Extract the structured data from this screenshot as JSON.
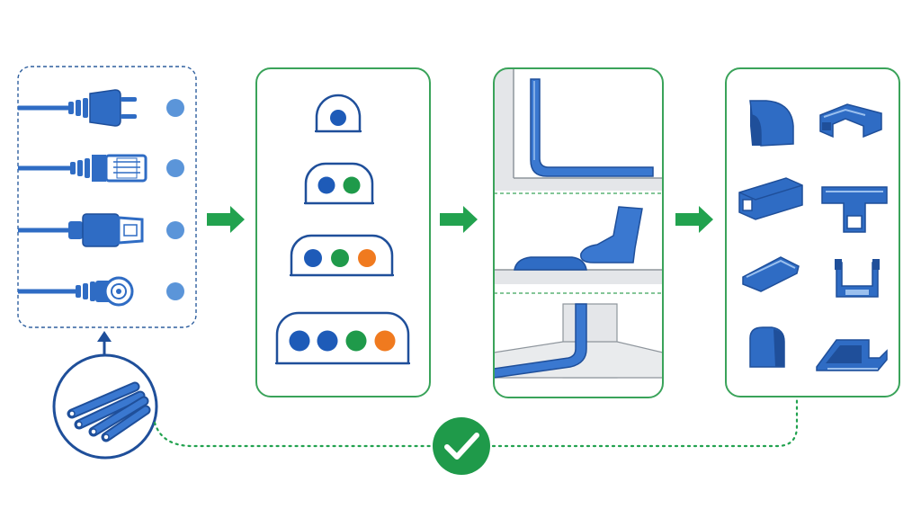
{
  "colors": {
    "cable_blue": "#2f6cc4",
    "cable_dark": "#1f4f9a",
    "port_dot": "#5b95d9",
    "panel_green": "#3aa35a",
    "arrow_green": "#22a24f",
    "check_green": "#1f9a4a",
    "dash_blue": "#2f5f9e",
    "dot_blue": "#1e5bb8",
    "dot_green": "#1f9a4a",
    "dot_orange": "#f07a1f",
    "wall_grey": "#e4e6e9",
    "floor_grey": "#d9dcdf",
    "skin_blue": "#3a78d0"
  },
  "diagram": {
    "steps": [
      {
        "id": "cable-types",
        "icons": [
          "power-plug-icon",
          "ethernet-plug-icon",
          "hdmi-plug-icon",
          "dc-barrel-plug-icon"
        ]
      },
      {
        "id": "raceway-sizes",
        "dots_per_size": [
          [
            "blue"
          ],
          [
            "blue",
            "green"
          ],
          [
            "blue",
            "green",
            "orange"
          ],
          [
            "blue",
            "blue",
            "green",
            "orange"
          ]
        ]
      },
      {
        "id": "mounting-scenarios",
        "icons": [
          "wall-corner-raceway-icon",
          "floor-cord-cover-icon",
          "wall-to-floor-raceway-icon"
        ]
      },
      {
        "id": "raceway-fittings",
        "icons": [
          "outside-corner-icon",
          "flat-elbow-icon",
          "straight-coupler-icon",
          "tee-fitting-icon",
          "clip-icon",
          "channel-profile-icon",
          "end-cap-icon",
          "base-elbow-icon"
        ]
      }
    ],
    "completion_icon": "checkmark-icon",
    "bundle_icon": "cable-bundle-icon"
  }
}
